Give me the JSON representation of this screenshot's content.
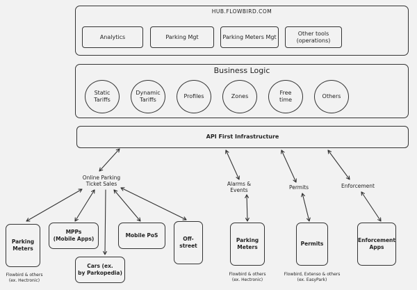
{
  "hub": {
    "title": "HUB.FLOWBIRD.COM",
    "modules": [
      {
        "label": "Analytics"
      },
      {
        "label": "Parking Mgt"
      },
      {
        "label": "Parking Meters Mgt"
      },
      {
        "label": "Other tools\n(operations)"
      }
    ]
  },
  "business_logic": {
    "title": "Business Logic",
    "items": [
      {
        "label": "Static\nTariffs"
      },
      {
        "label": "Dynamic\nTariffs"
      },
      {
        "label": "Profiles"
      },
      {
        "label": "Zones"
      },
      {
        "label": "Free\ntime"
      },
      {
        "label": "Others"
      }
    ]
  },
  "api": {
    "label": "API First Infrastructure"
  },
  "channels": {
    "online": "Online Parking\nTicket Sales",
    "alarms": "Alarms &\nEvents",
    "permits": "Permits",
    "enforcement": "Enforcement"
  },
  "endpoints": {
    "parking_meters_1": "Parking\nMeters",
    "mpps": "MPPs\n(Mobile Apps)",
    "cars": "Cars (ex.\nby Parkopedia)",
    "mobile_pos": "Mobile PoS",
    "off_street": "Off-\nstreet",
    "parking_meters_2": "Parking\nMeters",
    "permits_app": "Permits",
    "enforcement_apps": "Enforcement\nApps"
  },
  "notes": {
    "meters_1": "Flowbird & others\n(ex. Hectronic)",
    "meters_2": "Flowbird & others\n(ex. Hectronic)",
    "permits": "Flowbird, Extenso & others\n(ex. EasyPark)"
  }
}
